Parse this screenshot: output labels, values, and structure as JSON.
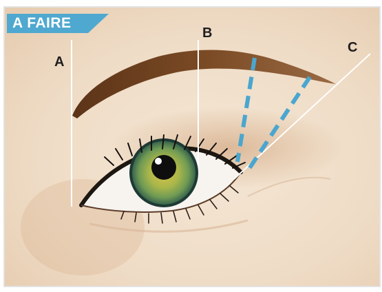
{
  "badge": {
    "text": "A FAIRE"
  },
  "labels": {
    "a": "A",
    "b": "B",
    "c": "C"
  },
  "colors": {
    "skin": "#f1e1cf",
    "brow": "#7a4a24",
    "guide_lines": "#ffffff",
    "dashed_guides": "#4aa6cf",
    "badge": "#4fa8cf",
    "iris": "#7e9a3c"
  }
}
